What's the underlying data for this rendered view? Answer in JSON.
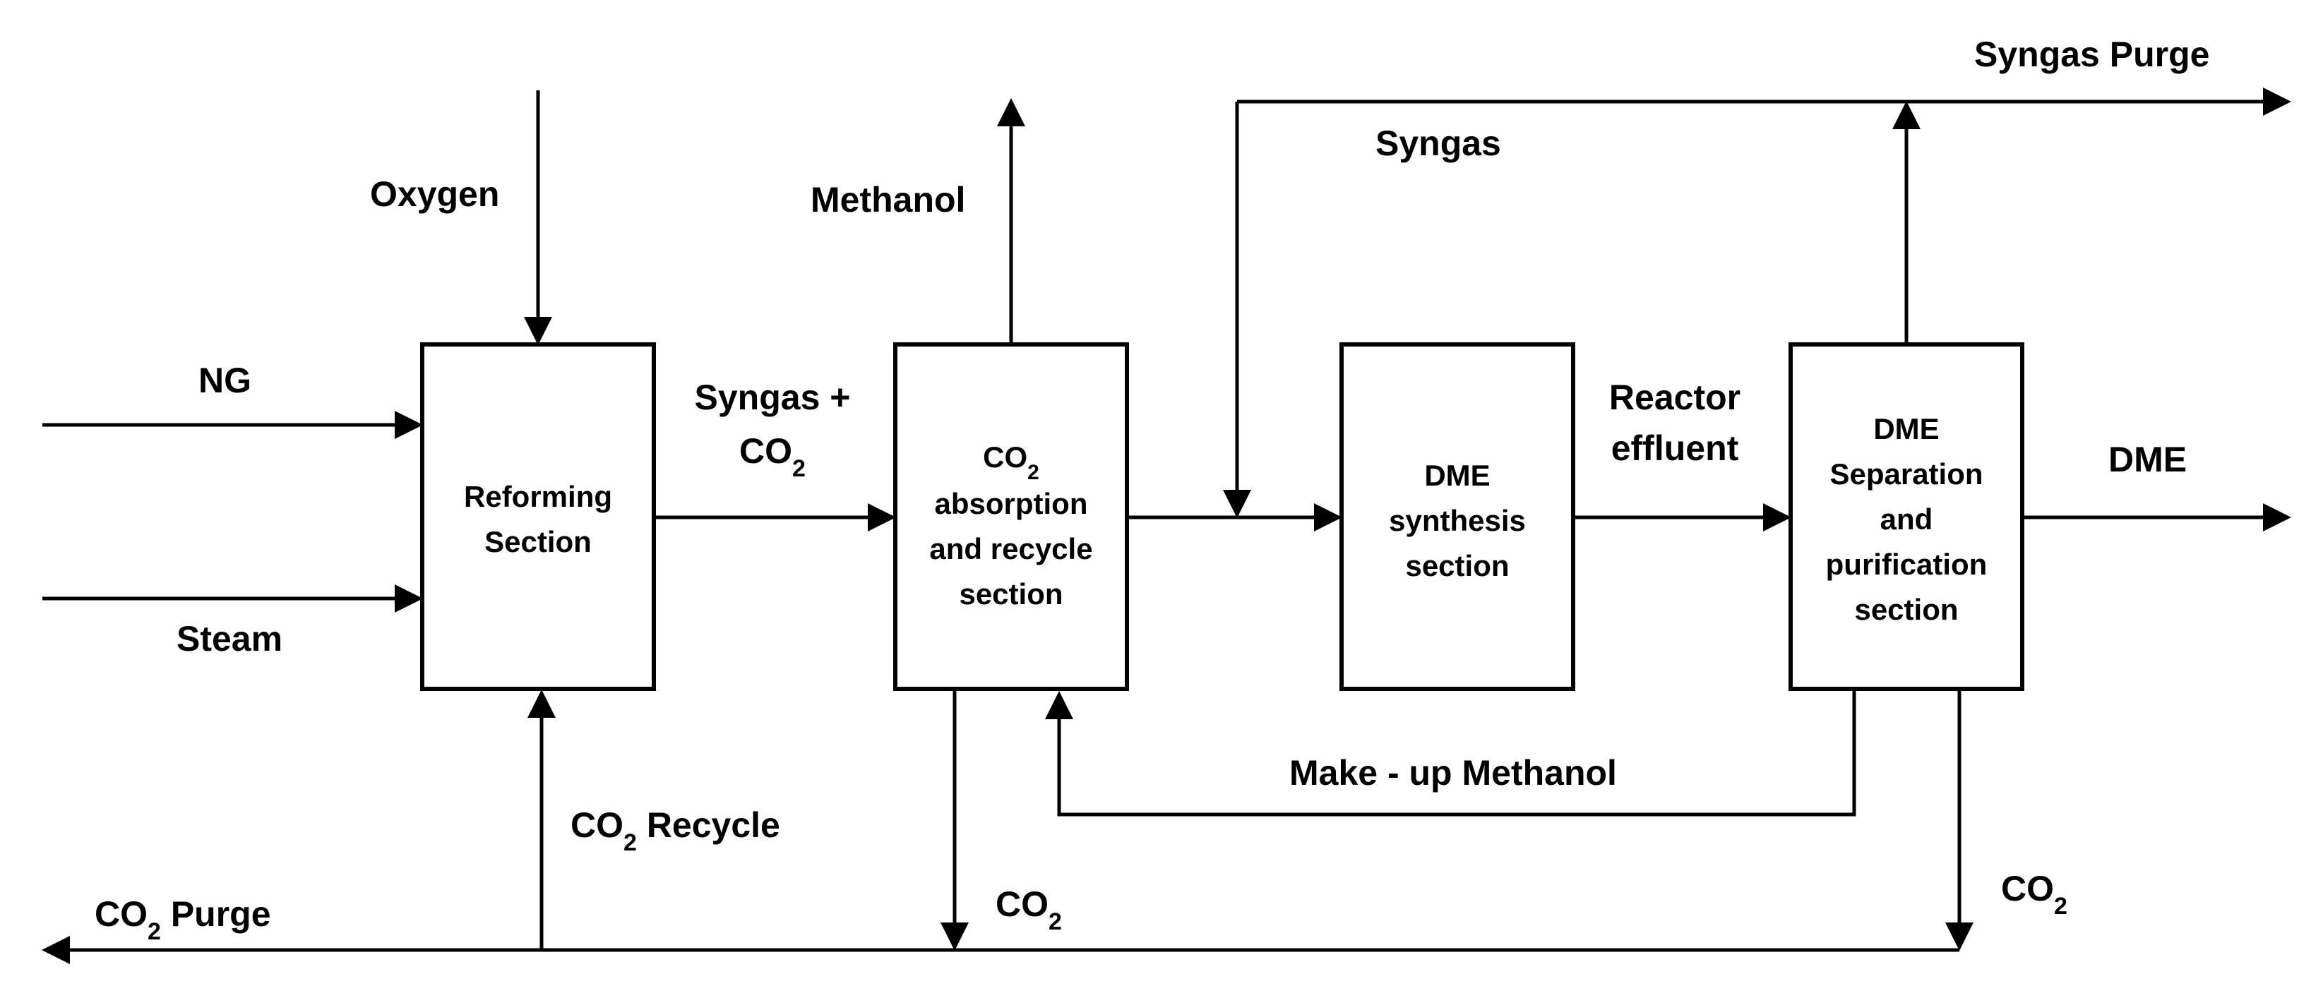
{
  "blocks": {
    "reforming": [
      "Reforming",
      "Section"
    ],
    "co2_absorption": [
      "CO",
      "2",
      "absorption",
      "and recycle",
      "section"
    ],
    "dme_synthesis": [
      "DME",
      "synthesis",
      "section"
    ],
    "dme_separation": [
      "DME",
      "Separation",
      "and",
      "purification",
      "section"
    ]
  },
  "streams": {
    "oxygen": "Oxygen",
    "ng": "NG",
    "steam": "Steam",
    "syngas_co2": [
      "Syngas +",
      "CO",
      "2"
    ],
    "methanol": "Methanol",
    "syngas": "Syngas",
    "syngas_purge": "Syngas Purge",
    "reactor_effluent": [
      "Reactor",
      "effluent"
    ],
    "dme": "DME",
    "makeup_methanol": "Make - up Methanol",
    "co2_recycle": [
      "CO",
      "2",
      " Recycle"
    ],
    "co2_purge": [
      "CO",
      "2",
      " Purge"
    ],
    "co2_mid": [
      "CO",
      "2"
    ],
    "co2_right": [
      "CO",
      "2"
    ]
  }
}
